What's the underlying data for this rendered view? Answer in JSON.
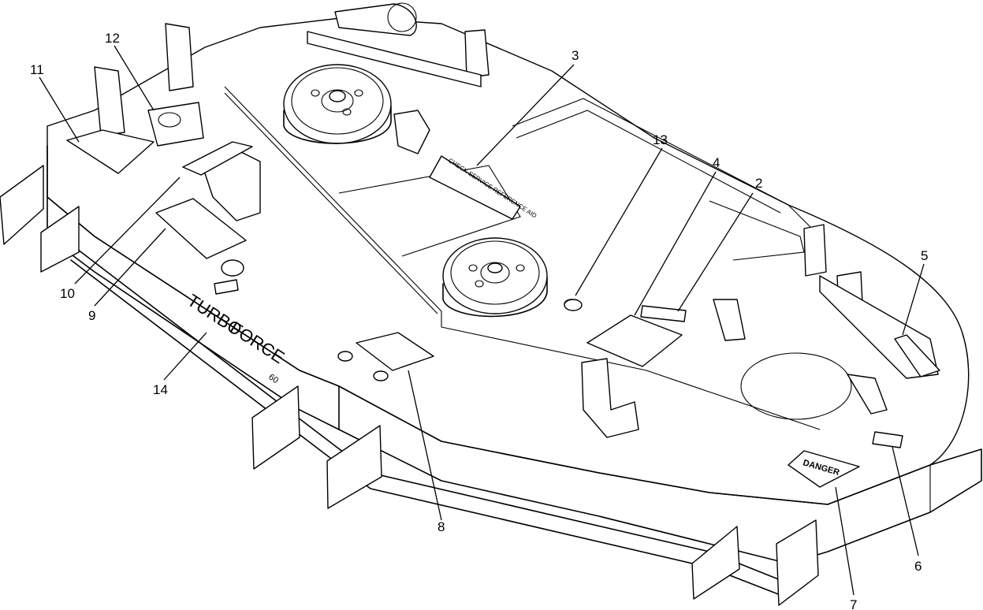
{
  "callouts": {
    "c1": "2",
    "c2": "3",
    "c3": "4",
    "c4": "5",
    "c5": "6",
    "c6": "7",
    "c7": "8",
    "c8": "9",
    "c9": "10",
    "c10": "11",
    "c11": "12",
    "c12": "13",
    "c13": "14"
  },
  "deck_labels": {
    "brand_1": "TURBO",
    "brand_2": "FORCE",
    "size": "60",
    "danger": "DANGER",
    "service_ref": "CHECK SERVICE REFERENCE AID"
  }
}
